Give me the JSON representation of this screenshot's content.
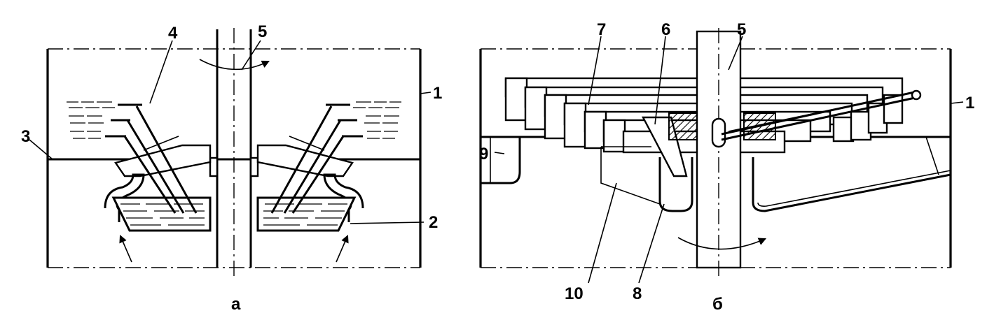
{
  "panel_a": {
    "caption": "а",
    "labels": {
      "l1": "1",
      "l2": "2",
      "l3": "3",
      "l4": "4",
      "l5": "5"
    }
  },
  "panel_b": {
    "caption": "б",
    "labels": {
      "l1": "1",
      "l5": "5",
      "l6": "6",
      "l7": "7",
      "l8": "8",
      "l9": "9",
      "l10": "10"
    }
  }
}
